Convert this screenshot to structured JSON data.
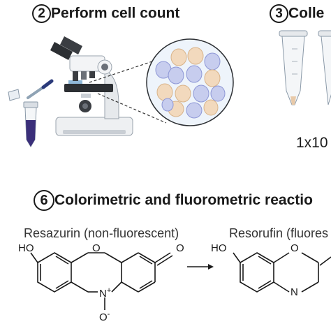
{
  "step2": {
    "number": "2",
    "title": "Perform cell count"
  },
  "step3": {
    "number": "3",
    "title": "Colle"
  },
  "tube_caption": "1x10",
  "step6": {
    "number": "6",
    "title": "Colorimetric and fluorometric reactio"
  },
  "resazurin": {
    "label": "Resazurin (non-fluorescent)",
    "atoms": {
      "ho": "HO",
      "o_ring": "O",
      "o_ketone": "O",
      "n_plus": "N",
      "plus": "+",
      "o_minus": "O",
      "minus": "-"
    }
  },
  "resorufin": {
    "label": "Resorufin (fluores",
    "atoms": {
      "ho": "HO",
      "o_ring": "O",
      "n": "N"
    }
  }
}
